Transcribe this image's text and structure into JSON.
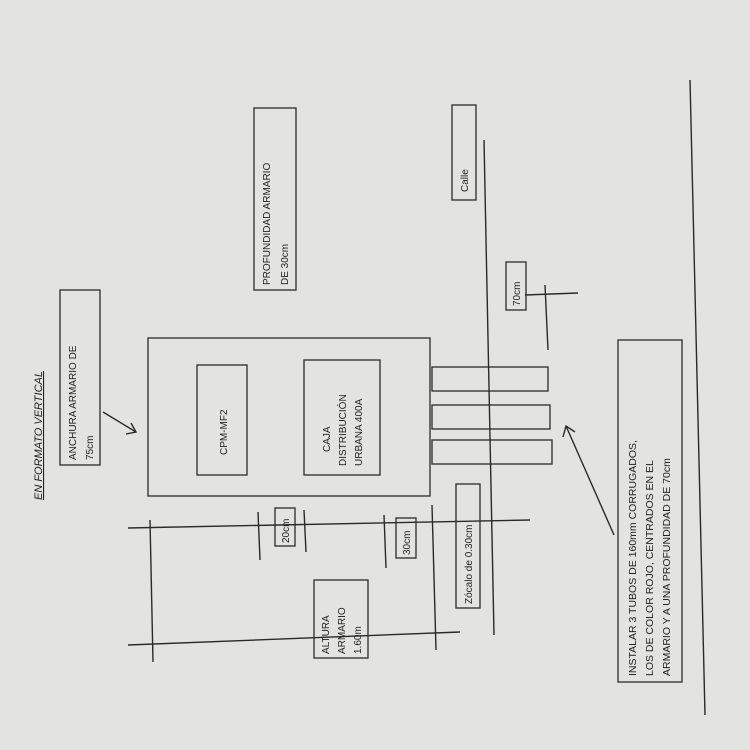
{
  "title": "EN FORMATO VERTICAL",
  "labels": {
    "anchura": [
      "ANCHURA ARMARIO DE",
      "75cm"
    ],
    "profundidad": [
      "PROFUNDIDAD ARMARIO",
      "DE 30cm"
    ],
    "cpm": "CPM-MF2",
    "caja": [
      "CAJA",
      "DISTRIBUCIÓN",
      "URBANA 400A"
    ],
    "calle": "Calle",
    "dim_70": "70cm",
    "dim_20": "20cm",
    "dim_30": "30cm",
    "zocalo": "Zócalo de 0.30cm",
    "altura": [
      "ALTURA",
      "ARMARIO",
      "1.60m"
    ],
    "instalar": [
      "INSTALAR 3 TUBOS DE 160mm CORRUGADOS,",
      "LOS DE COLOR ROJO, CENTRADOS EN EL",
      "ARMARIO Y A UNA PROFUNDIDAD DE 70cm"
    ]
  }
}
